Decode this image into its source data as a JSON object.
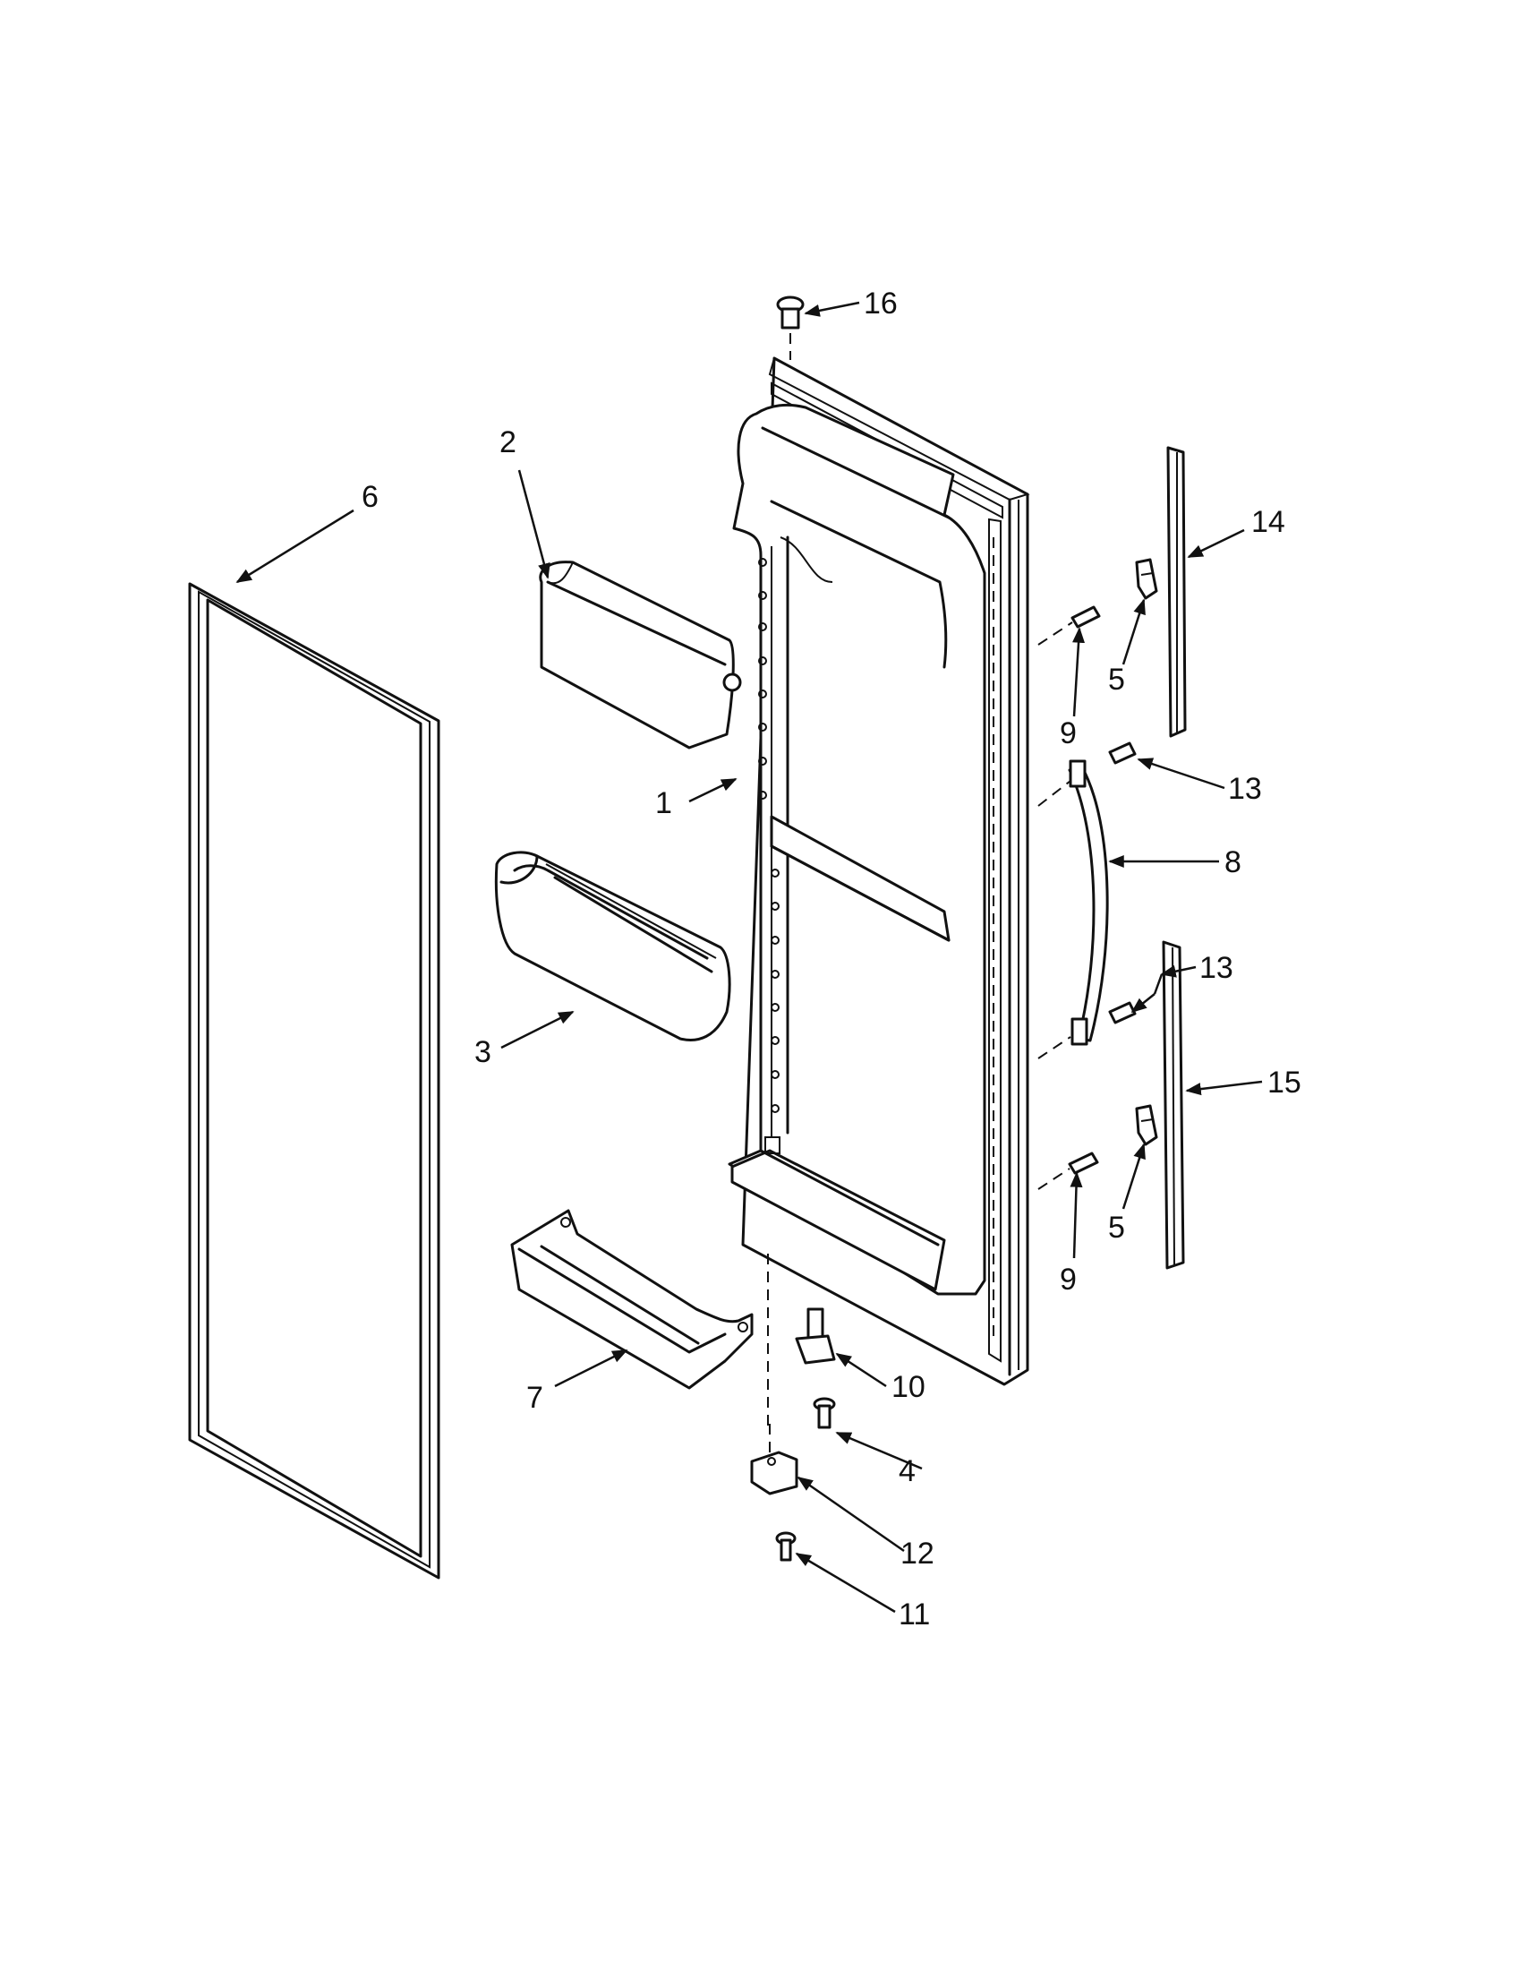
{
  "callouts": {
    "c1": "1",
    "c2": "2",
    "c3": "3",
    "c4": "4",
    "c5a": "5",
    "c5b": "5",
    "c6": "6",
    "c7": "7",
    "c8": "8",
    "c9a": "9",
    "c9b": "9",
    "c10": "10",
    "c11": "11",
    "c12": "12",
    "c13a": "13",
    "c13b": "13",
    "c14": "14",
    "c15": "15",
    "c16": "16"
  }
}
